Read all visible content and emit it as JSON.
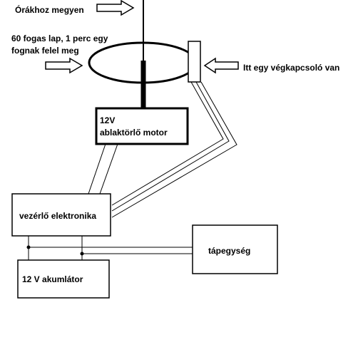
{
  "labels": {
    "clock_feed": "Órákhoz megyen",
    "gear_line1": "60 fogas lap, 1 perc egy",
    "gear_line2": "fognak felel meg",
    "limit_switch": "Itt egy végkapcsoló van",
    "motor_line1": "12V",
    "motor_line2": "ablaktörlő motor",
    "controller": "vezérlő elektronika",
    "power_supply": "tápegység",
    "battery": "12 V akumlátor"
  }
}
